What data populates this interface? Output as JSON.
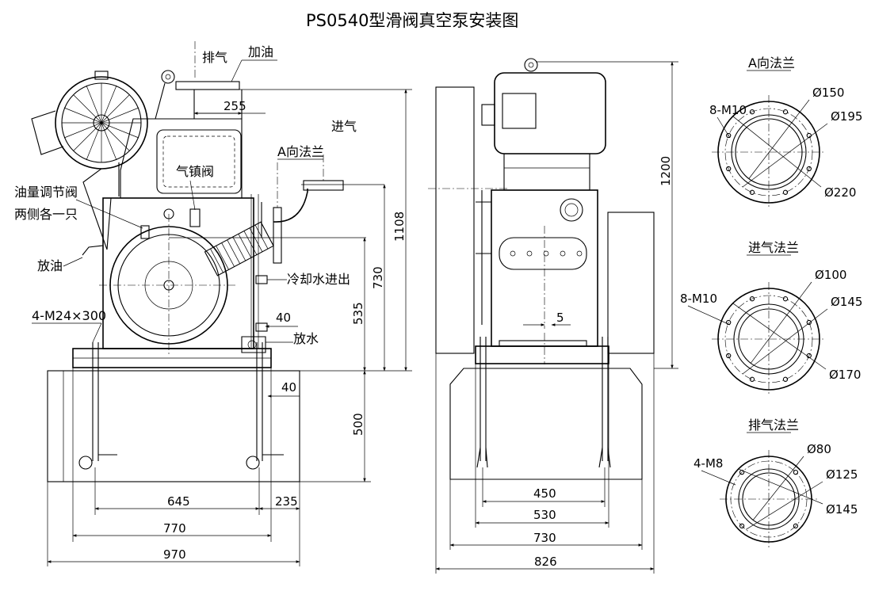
{
  "title": "PS0540型滑阀真空泵安装图",
  "side_view": {
    "labels": {
      "exhaust": "排气",
      "oil_fill": "加油",
      "intake": "进气",
      "a_flange": "A向法兰",
      "gas_ballast": "气镇阀",
      "oil_valve_1": "油量调节阀",
      "oil_valve_2": "两侧各一只",
      "oil_drain": "放油",
      "anchor_bolts": "4-M24×300",
      "cooling_water": "冷却水进出",
      "water_drain": "放水"
    },
    "dimensions": {
      "d255": "255",
      "d1108": "1108",
      "d730": "730",
      "d535": "535",
      "d500": "500",
      "d40_upper": "40",
      "d40_lower": "40",
      "d645": "645",
      "d235": "235",
      "d770": "770",
      "d970": "970"
    }
  },
  "front_view": {
    "dimensions": {
      "d1200": "1200",
      "d5": "5",
      "d450": "450",
      "d530": "530",
      "d730": "730",
      "d826": "826"
    }
  },
  "flanges": [
    {
      "title": "A向法兰",
      "bolts": "8-M10",
      "d_inner": "Ø150",
      "d_bolt": "Ø195",
      "d_outer": "Ø220",
      "bolt_count": 8
    },
    {
      "title": "进气法兰",
      "bolts": "8-M10",
      "d_inner": "Ø100",
      "d_bolt": "Ø145",
      "d_outer": "Ø170",
      "bolt_count": 8
    },
    {
      "title": "排气法兰",
      "bolts": "4-M8",
      "d_inner": "Ø80",
      "d_bolt": "Ø125",
      "d_outer": "Ø145",
      "bolt_count": 4
    }
  ]
}
